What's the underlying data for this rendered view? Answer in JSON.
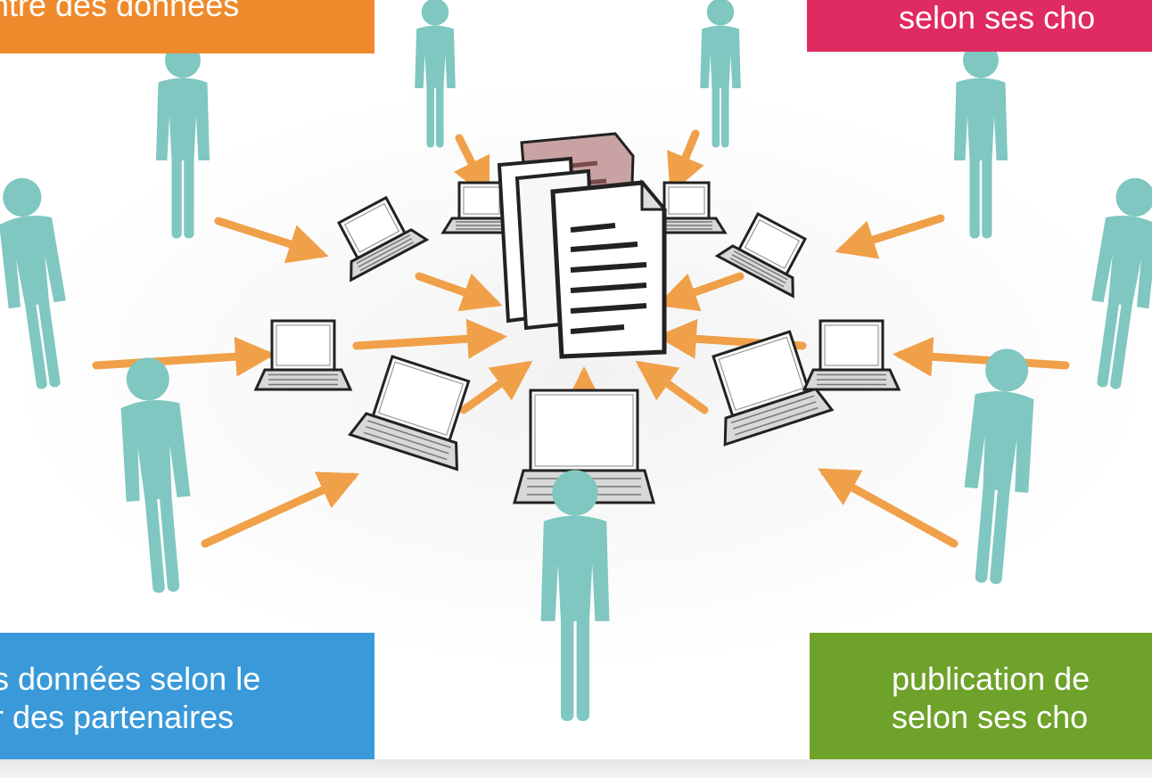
{
  "colors": {
    "orange": "#ef8a2c",
    "pink": "#e02a62",
    "blue": "#3a9ad9",
    "green": "#6fa22b",
    "person": "#7fc7c0",
    "arrow": "#f0a048",
    "document_front": "#ffffff",
    "document_back": "#c9a3a3"
  },
  "labels": {
    "top_left": [
      "ntre des données"
    ],
    "top_right": [
      "selon ses cho"
    ],
    "bottom_left": [
      "s données selon le",
      "r des partenaires"
    ],
    "bottom_right": [
      "publication de",
      "selon ses cho"
    ]
  },
  "icons": {
    "person": "person-icon",
    "laptop": "laptop-icon",
    "document": "document-stack-icon",
    "arrow": "arrow-icon"
  }
}
